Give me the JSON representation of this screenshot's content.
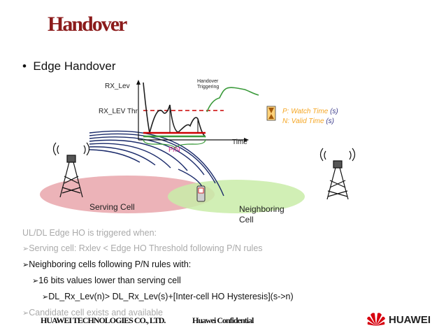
{
  "title": "Handover",
  "bullet": "Edge Handover",
  "diagram": {
    "rx_lev_label": "RX_Lev",
    "rx_lev_thr_label": "RX_LEV Thr",
    "handover_triggering_label": "Handover Triggering",
    "time_label": "Time",
    "pn_label": "P/N",
    "legend_watch": "P: Watch Time",
    "legend_watch_unit": "(s)",
    "legend_valid": "N: Valid Time",
    "legend_valid_unit": "(s)",
    "serving_cell_label": "Serving Cell",
    "neighboring_cell_label": "Neighboring Cell",
    "colors": {
      "serving": "#e9a6ab",
      "neighbor": "#c9eca8",
      "threshold": "#cc0000",
      "curve": "#1f1f1f",
      "handover_curve": "#3a9a3a",
      "pn": "#d42a8a",
      "legend": "#f5a623",
      "waves": "#1a2a6a"
    }
  },
  "conditions": {
    "heading": "UL/DL Edge HO is triggered when:",
    "items": [
      "Serving cell: Rxlev < Edge HO Threshold following P/N rules",
      "Neighboring cells following P/N rules with:",
      "16 bits values lower than serving cell",
      "DL_Rx_Lev(n)> DL_Rx_Lev(s)+[Inter-cell HO Hysteresis](s->n)",
      "Candidate cell exists and available"
    ]
  },
  "footer": {
    "company": "HUAWEI TECHNOLOGIES CO., LTD.",
    "confidential": "Huawei Confidential",
    "brand": "HUAWEI"
  }
}
